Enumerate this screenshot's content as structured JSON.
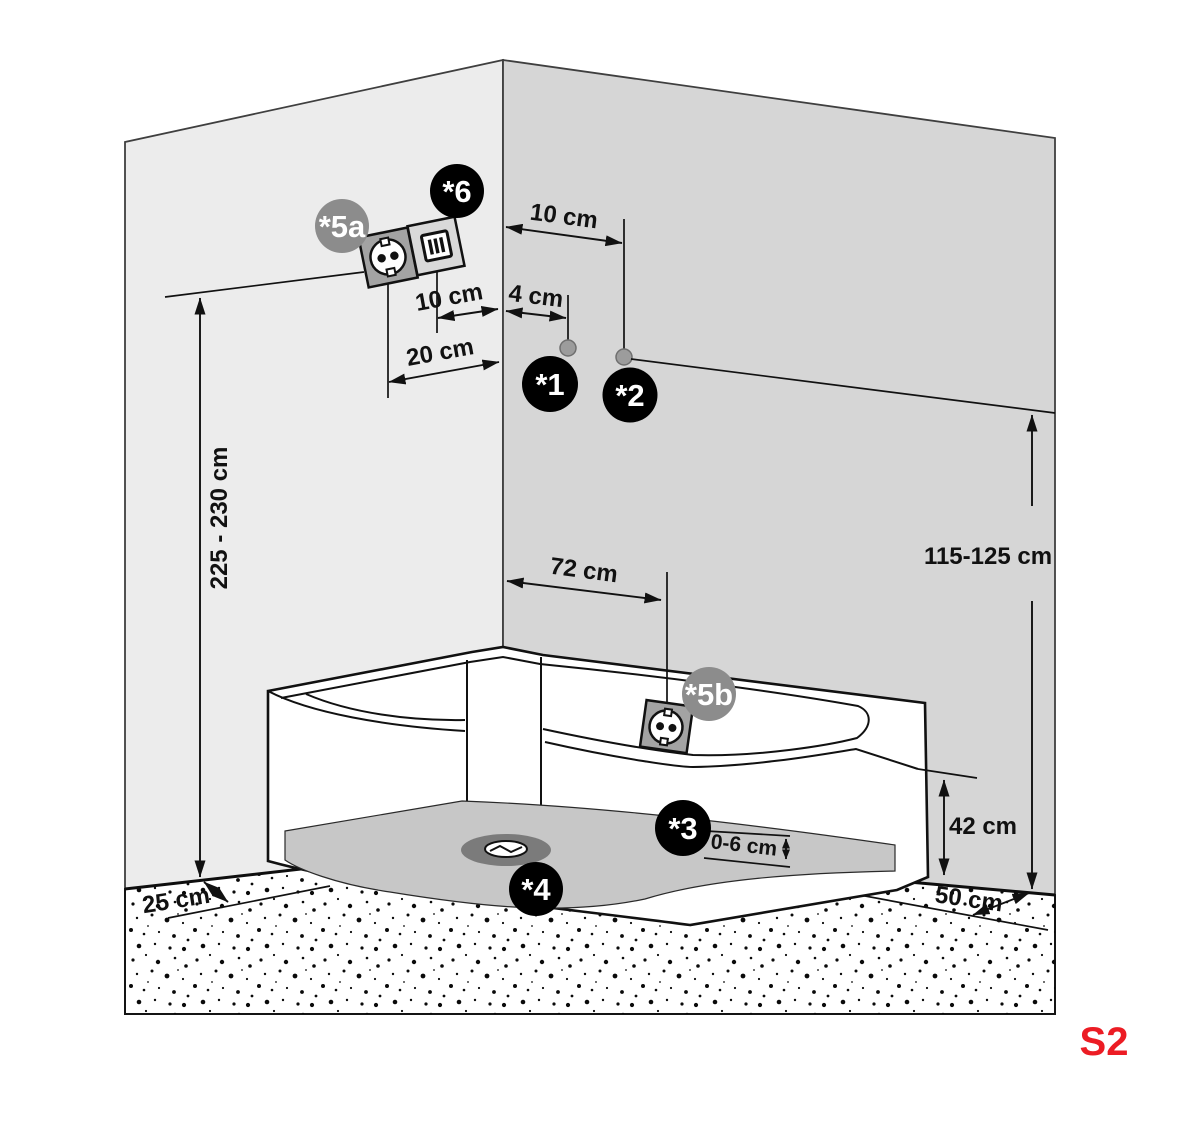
{
  "diagram": {
    "sheet_code": "S2",
    "badges": {
      "b1": "*1",
      "b2": "*2",
      "b3": "*3",
      "b4": "*4",
      "b5a": "*5a",
      "b5b": "*5b",
      "b6": "*6"
    },
    "dimensions": {
      "corner_to_point2": "10 cm",
      "switch_to_corner": "10 cm",
      "corner_to_point1": "4 cm",
      "socket_to_corner": "20 cm",
      "outlet_height": "225 - 230 cm",
      "corner_to_connection": "72 cm",
      "wall_connection_height": "115-125 cm",
      "tub_rim_height": "42 cm",
      "base_adjustment": "0-6 cm",
      "floor_clearance_left": "25 cm",
      "floor_clearance_right": "50 cm"
    },
    "icons": {
      "socket_5a": "power-outlet",
      "switch_6": "vent-grille-switch",
      "socket_5b": "power-outlet",
      "drain_4": "floor-drain"
    },
    "colors": {
      "accent_red": "#ec1c24",
      "wall_left": "#ececec",
      "wall_right": "#d6d6d6",
      "tray_gray": "#c7c7c7",
      "drain_gray": "#7b7b7b",
      "badge_gray": "#8c8c8c",
      "badge_black": "#000000",
      "plate_gray": "#a3a3a3"
    }
  }
}
